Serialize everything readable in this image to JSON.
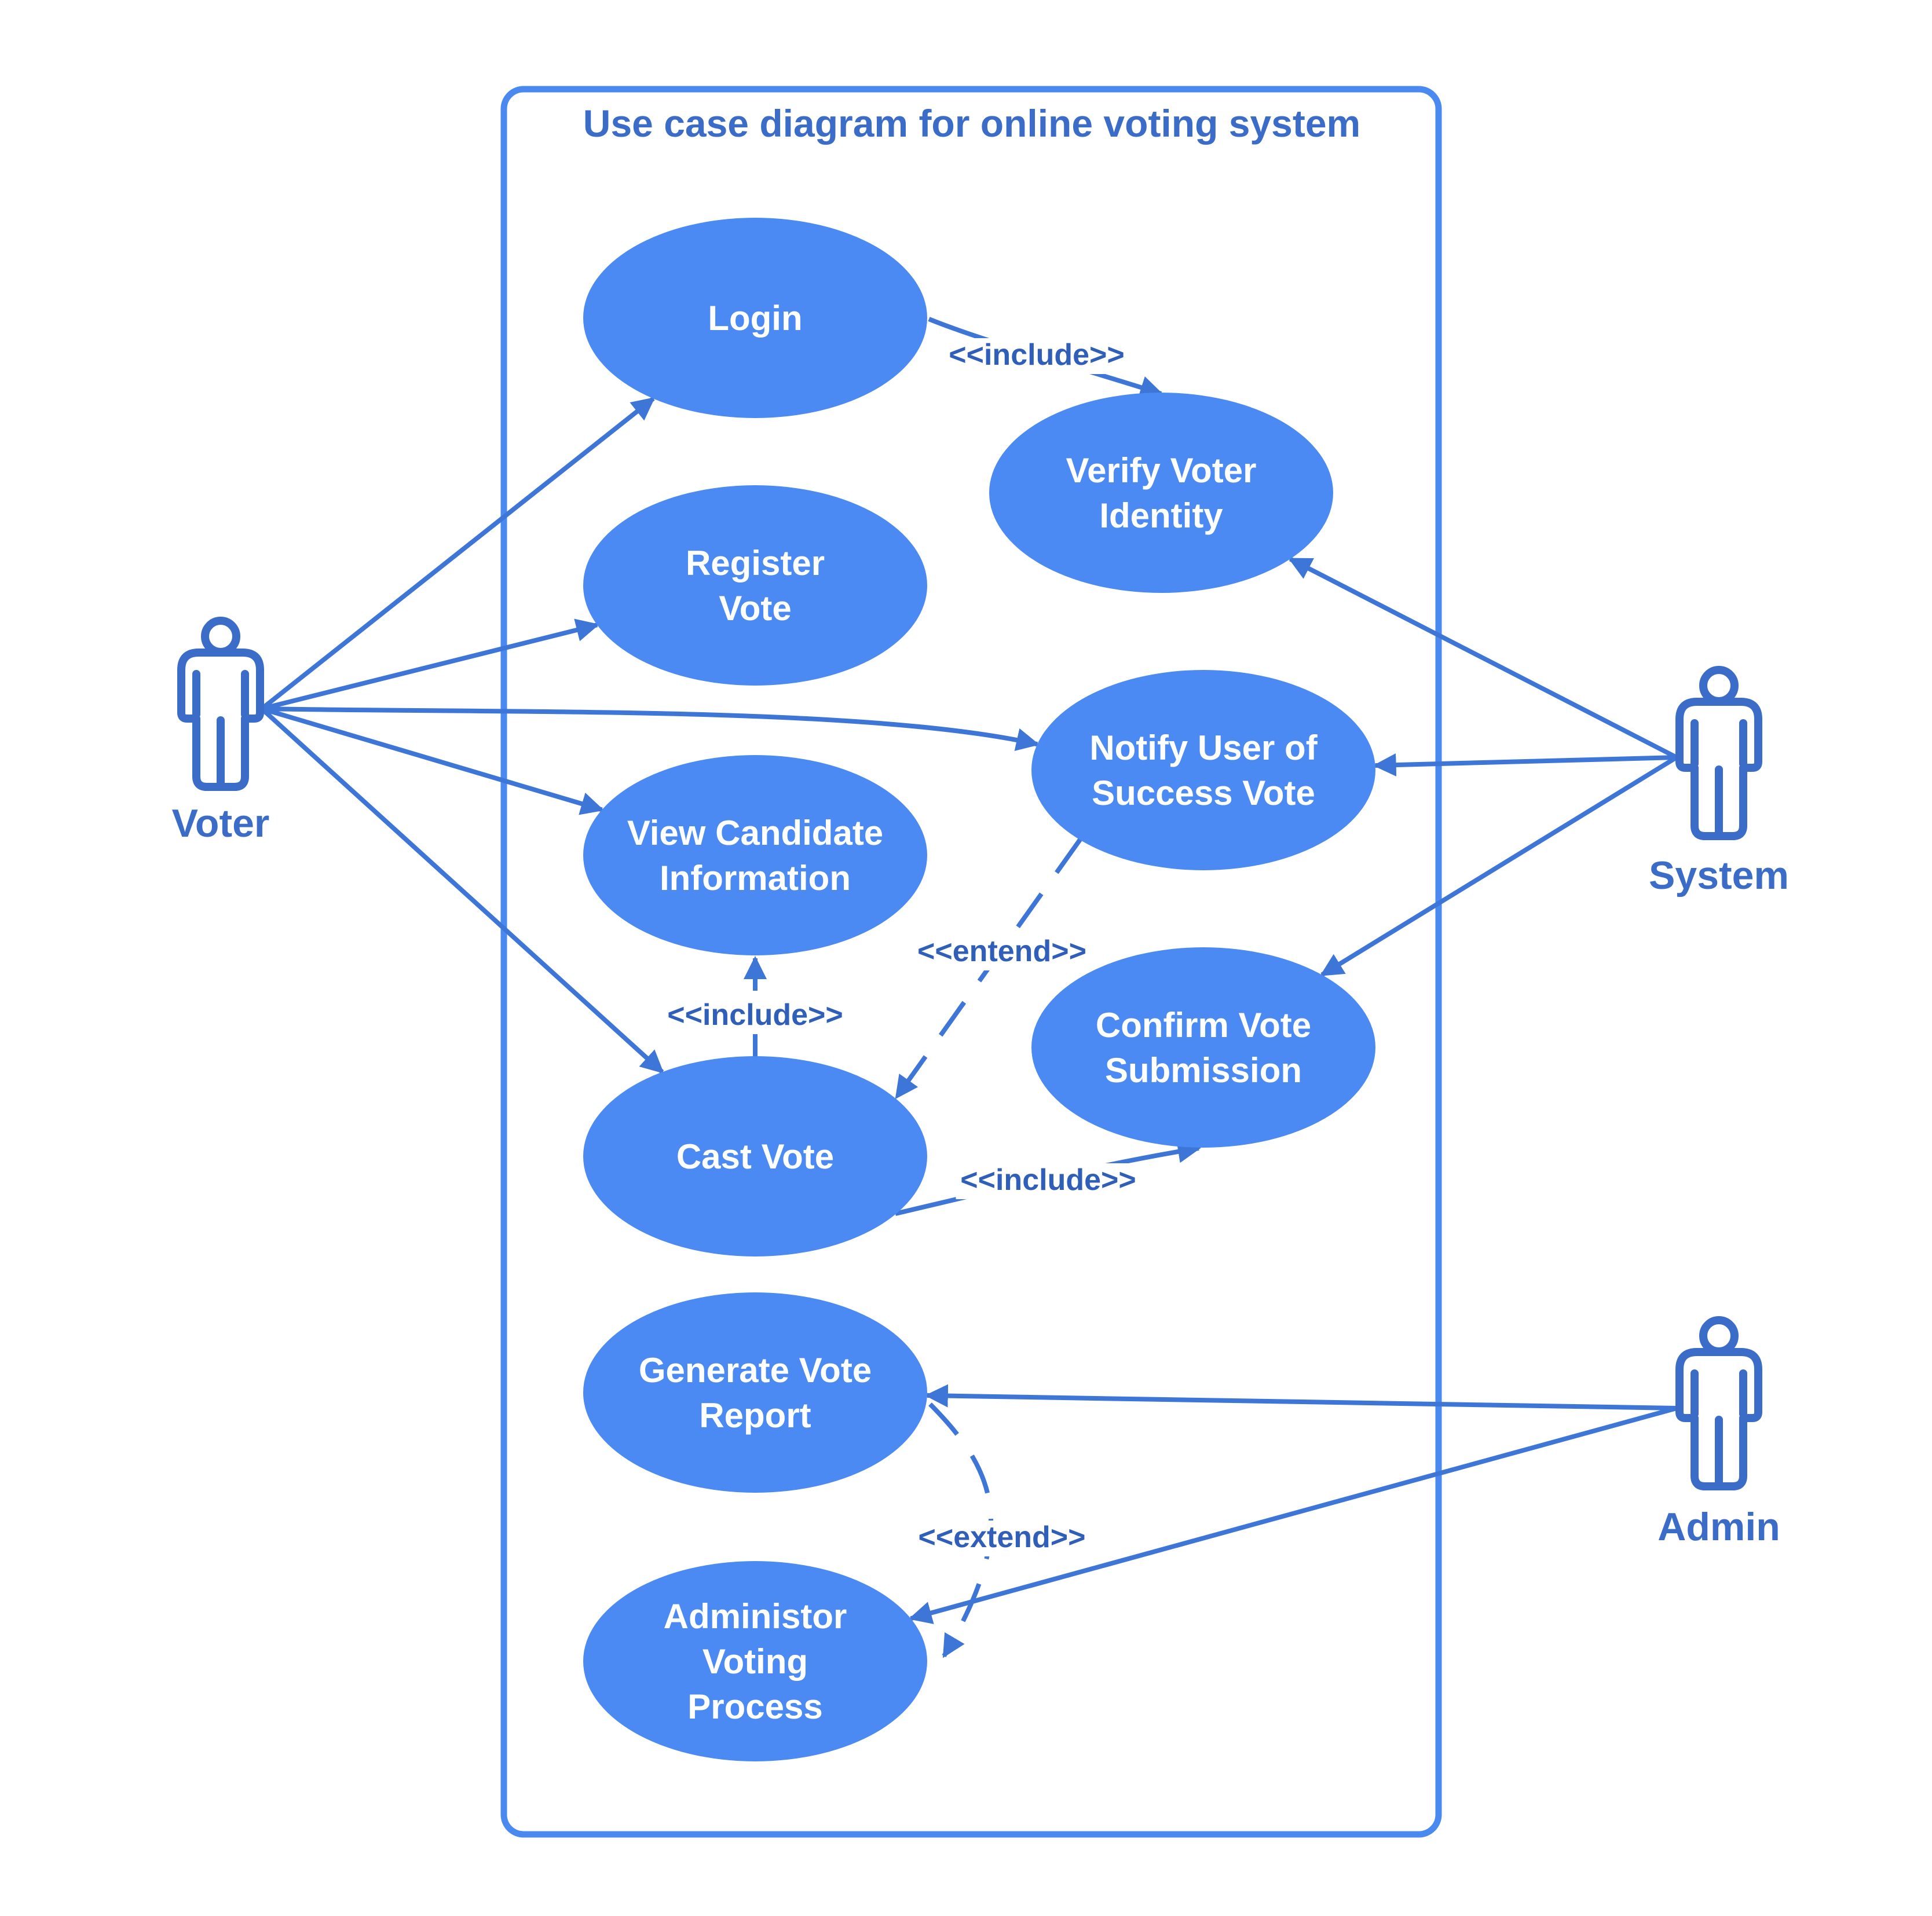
{
  "diagram": {
    "title": "Use case diagram for online voting system",
    "colors": {
      "use_case_fill": "#4a8af2",
      "boundary_stroke": "#4a8af0",
      "connector": "#3d76d6",
      "actor": "#3a6cc8",
      "text_on_fill": "#ffffff",
      "stereotype_text": "#2f5fb8"
    },
    "actors": [
      {
        "id": "voter",
        "label": "Voter",
        "icon": "person-icon"
      },
      {
        "id": "system",
        "label": "System",
        "icon": "person-icon"
      },
      {
        "id": "admin",
        "label": "Admin",
        "icon": "person-icon"
      }
    ],
    "use_cases": [
      {
        "id": "login",
        "lines": [
          "Login"
        ]
      },
      {
        "id": "verify",
        "lines": [
          "Verify Voter",
          "Identity"
        ]
      },
      {
        "id": "register",
        "lines": [
          "Register",
          "Vote"
        ]
      },
      {
        "id": "notify",
        "lines": [
          "Notify User of",
          "Success Vote"
        ]
      },
      {
        "id": "view",
        "lines": [
          "View Candidate",
          "Information"
        ]
      },
      {
        "id": "confirm",
        "lines": [
          "Confirm Vote",
          "Submission"
        ]
      },
      {
        "id": "cast",
        "lines": [
          "Cast Vote"
        ]
      },
      {
        "id": "generate",
        "lines": [
          "Generate Vote",
          "Report"
        ]
      },
      {
        "id": "administer",
        "lines": [
          "Administor",
          "Voting",
          "Process"
        ]
      }
    ],
    "relationships": [
      {
        "from": "voter",
        "to": "login",
        "type": "association"
      },
      {
        "from": "voter",
        "to": "register",
        "type": "association"
      },
      {
        "from": "voter",
        "to": "notify",
        "type": "association"
      },
      {
        "from": "voter",
        "to": "view",
        "type": "association"
      },
      {
        "from": "voter",
        "to": "cast",
        "type": "association"
      },
      {
        "from": "system",
        "to": "verify",
        "type": "association"
      },
      {
        "from": "system",
        "to": "notify",
        "type": "association"
      },
      {
        "from": "system",
        "to": "confirm",
        "type": "association"
      },
      {
        "from": "admin",
        "to": "generate",
        "type": "association"
      },
      {
        "from": "admin",
        "to": "administer",
        "type": "association"
      },
      {
        "from": "login",
        "to": "verify",
        "type": "include",
        "label": "<<include>>"
      },
      {
        "from": "cast",
        "to": "view",
        "type": "include",
        "label": "<<include>>"
      },
      {
        "from": "cast",
        "to": "confirm",
        "type": "include",
        "label": "<<include>>"
      },
      {
        "from": "notify",
        "to": "cast",
        "type": "extend",
        "label": "<<entend>>"
      },
      {
        "from": "generate",
        "to": "administer",
        "type": "extend",
        "label": "<<extend>>"
      }
    ]
  }
}
